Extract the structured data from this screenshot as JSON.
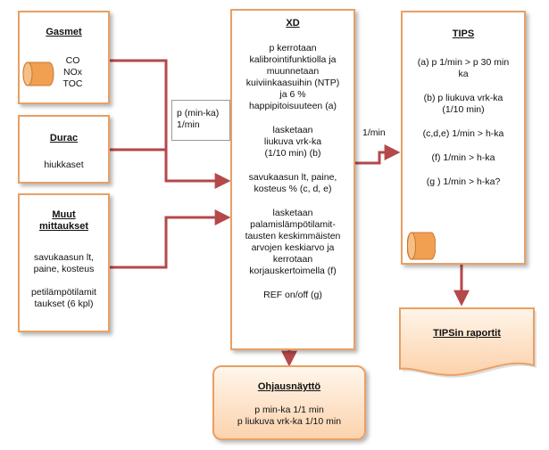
{
  "gasmet": {
    "title": "Gasmet",
    "lines": [
      "CO",
      "NOx",
      "TOC"
    ]
  },
  "durac": {
    "title": "Durac",
    "lines": [
      "hiukkaset"
    ]
  },
  "muut": {
    "title_lines": [
      "Muut",
      "mittaukset"
    ],
    "lines": [
      "savukaasun lt,",
      "paine, kosteus",
      "",
      "petilämpötilamit",
      "taukset (6 kpl)"
    ]
  },
  "label_mid": {
    "lines": [
      "p (min-ka)",
      "1/min"
    ]
  },
  "xd": {
    "title": "XD",
    "lines": [
      "p kerrotaan",
      "kalibrointifunktiolla ja",
      "muunnetaan",
      "kuiviinkaasuihin  (NTP)",
      "ja 6 %",
      "happipitoisuuteen (a)",
      "",
      "lasketaan",
      "liukuva vrk-ka",
      "(1/10 min) (b)",
      "",
      "savukaasun lt, paine,",
      "kosteus % (c, d, e)",
      "",
      "lasketaan",
      "palamislämpötilamit-",
      "tausten keskimmäisten",
      "arvojen keskiarvo ja",
      "kerrotaan",
      "korjauskertoimella (f)",
      "",
      "REF on/off (g)"
    ]
  },
  "label_right": {
    "text": "1/min"
  },
  "tips": {
    "title": "TIPS",
    "lines": [
      "(a) p 1/min > p 30 min",
      "ka",
      "",
      "(b) p liukuva vrk-ka",
      "(1/10 min)",
      "",
      "(c,d,e) 1/min > h-ka",
      "",
      "(f) 1/min > h-ka",
      "",
      "(g ) 1/min > h-ka?"
    ]
  },
  "ohjaus": {
    "title": "Ohjausnäyttö",
    "lines": [
      "p min-ka  1/1 min",
      "p liukuva vrk-ka 1/10 min"
    ]
  },
  "raportit": {
    "title": "TIPSin  raportit"
  },
  "colors": {
    "border": "#e8a064",
    "arrow": "#b5484a",
    "cylinder": "#f0a050",
    "fill_light": "#fde0c4"
  }
}
